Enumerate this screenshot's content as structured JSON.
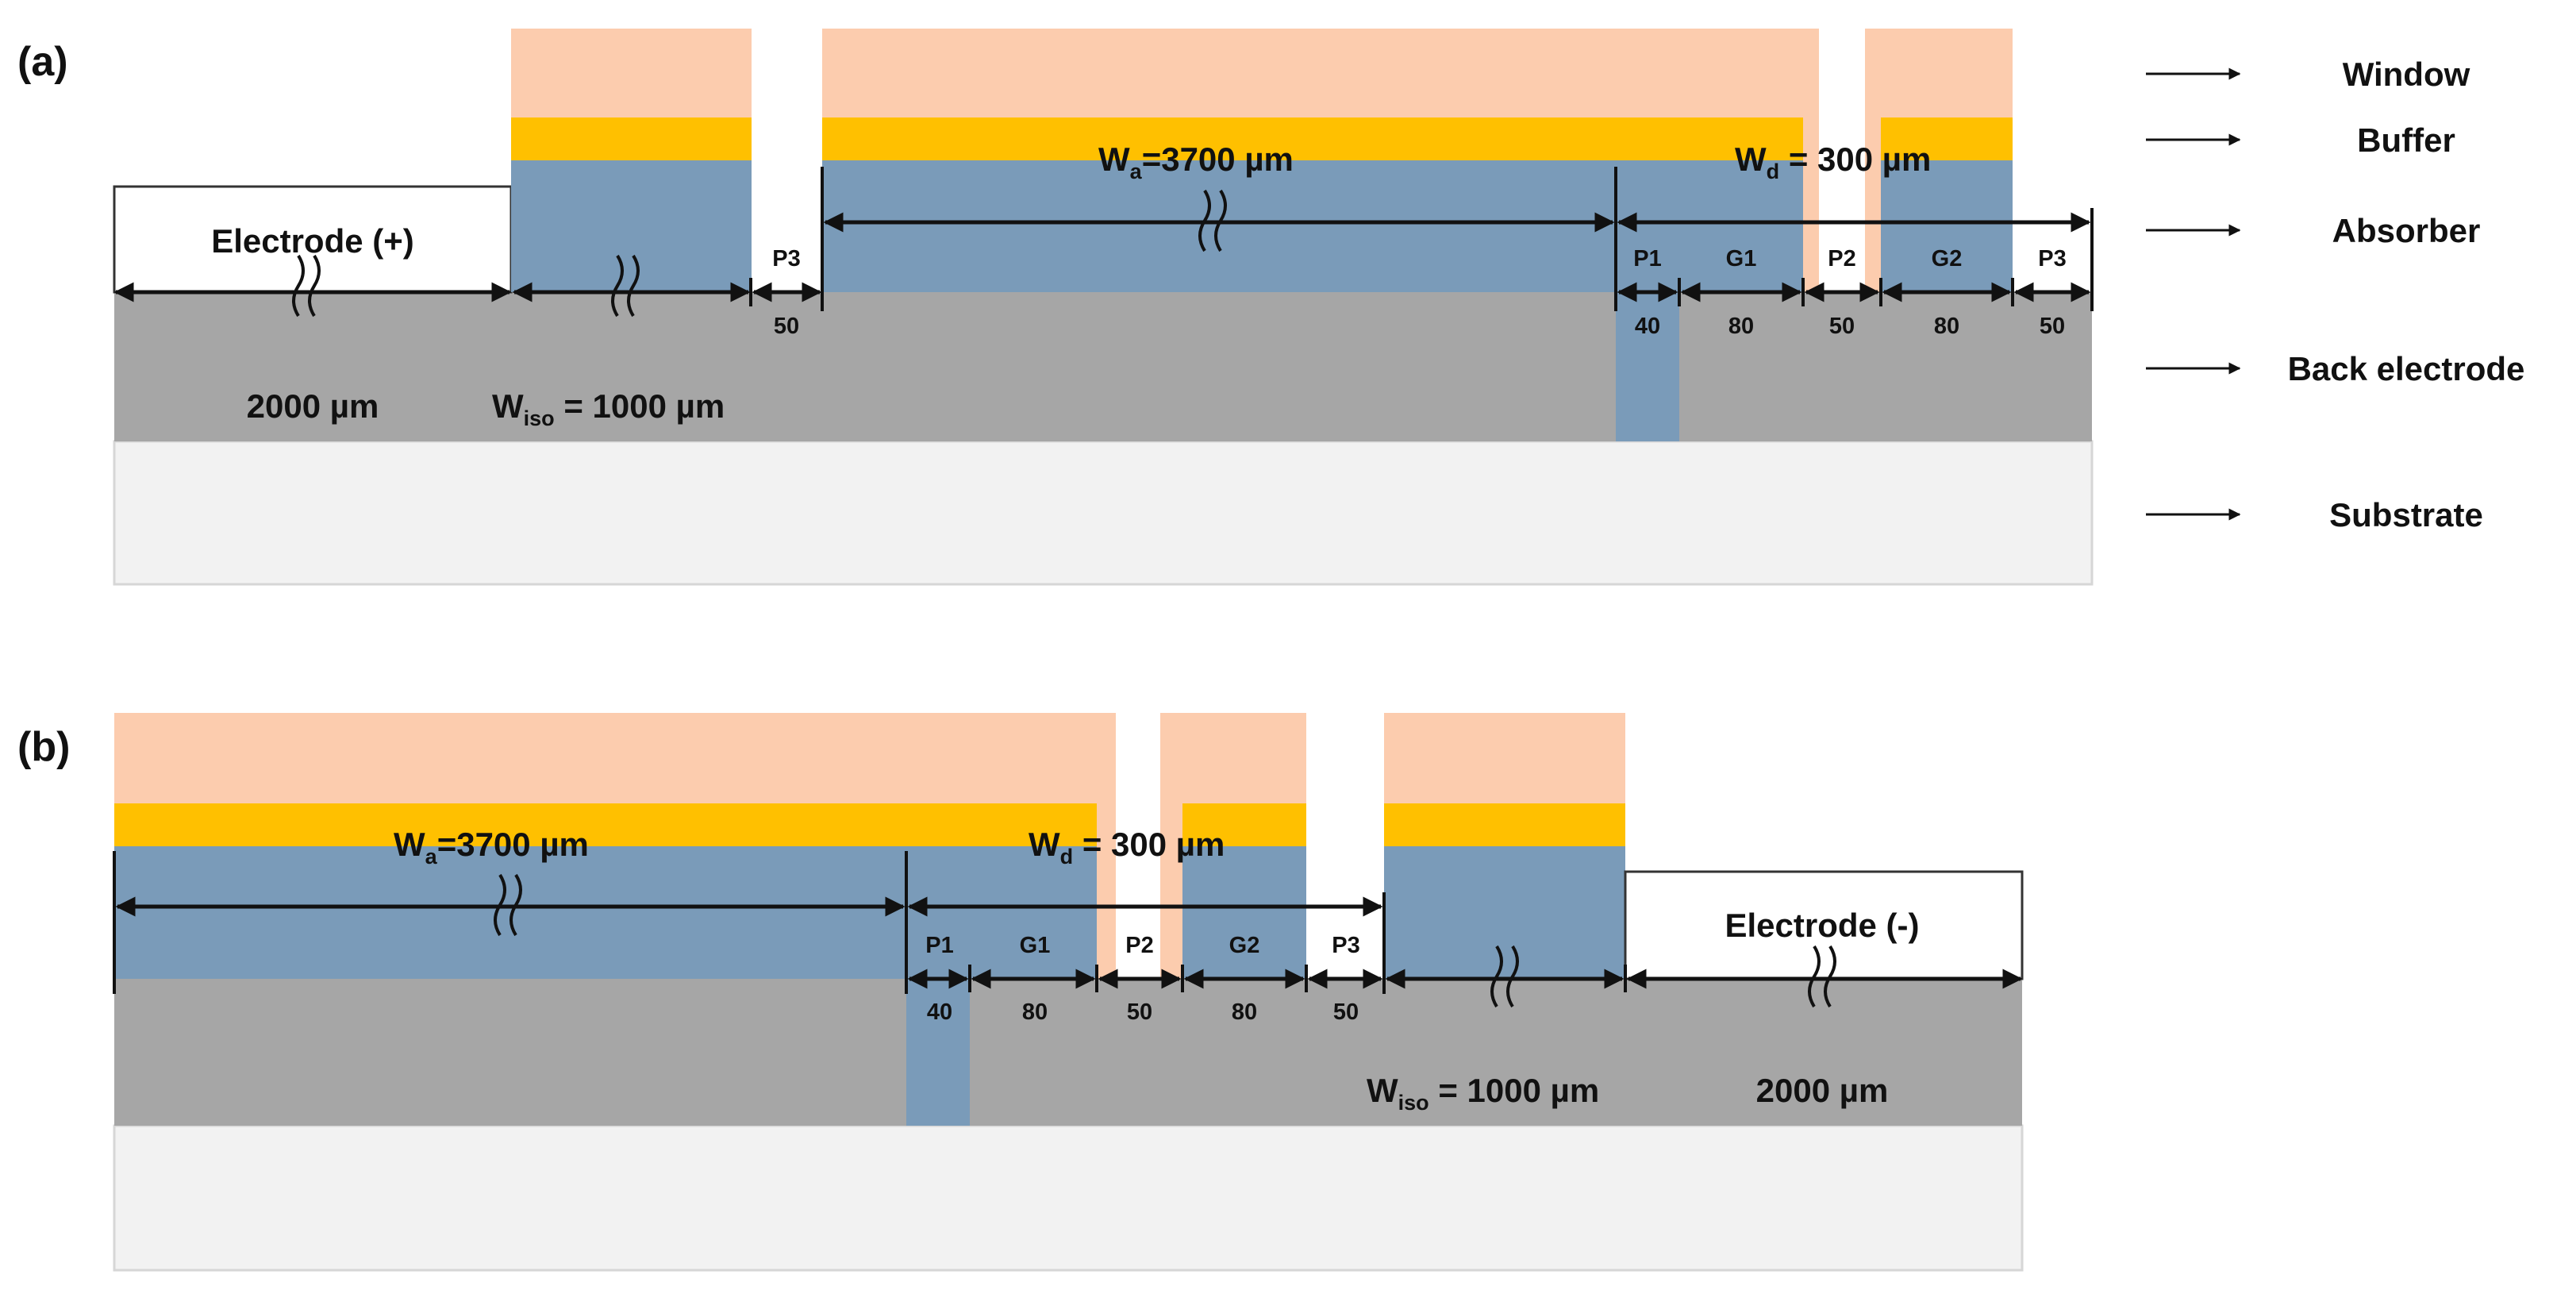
{
  "colors": {
    "window": "#FCCCAE",
    "buffer": "#FFC000",
    "absorber": "#7A9BB9",
    "back_electrode": "#A6A6A6",
    "substrate": "#F2F2F2",
    "electrode_box": "#FFFFFF",
    "arrow": "#111111"
  },
  "legend": [
    {
      "label": "Window"
    },
    {
      "label": "Buffer"
    },
    {
      "label": "Absorber"
    },
    {
      "label": "Back electrode"
    },
    {
      "label": "Substrate"
    }
  ],
  "panel_a": {
    "label": "(a)",
    "electrode_label": "Electrode (+)",
    "electrode_width": "2000 µm",
    "wiso_main": "W",
    "wiso_sub": "iso",
    "wiso_value": " = 1000 µm",
    "wa_main": "W",
    "wa_sub": "a",
    "wa_value": "=3700 µm",
    "wd_main": "W",
    "wd_sub": "d",
    "wd_value": " = 300 µm",
    "p3_left_label": "P3",
    "p3_left_width": "50",
    "scribes": [
      {
        "label": "P1",
        "width": "40"
      },
      {
        "label": "G1",
        "width": "80"
      },
      {
        "label": "P2",
        "width": "50"
      },
      {
        "label": "G2",
        "width": "80"
      },
      {
        "label": "P3",
        "width": "50"
      }
    ]
  },
  "panel_b": {
    "label": "(b)",
    "electrode_label": "Electrode (-)",
    "electrode_width": "2000 µm",
    "wiso_main": "W",
    "wiso_sub": "iso",
    "wiso_value": " = 1000 µm",
    "wa_main": "W",
    "wa_sub": "a",
    "wa_value": "=3700 µm",
    "wd_main": "W",
    "wd_sub": "d",
    "wd_value": " = 300 µm",
    "scribes": [
      {
        "label": "P1",
        "width": "40"
      },
      {
        "label": "G1",
        "width": "80"
      },
      {
        "label": "P2",
        "width": "50"
      },
      {
        "label": "G2",
        "width": "80"
      },
      {
        "label": "P3",
        "width": "50"
      }
    ]
  }
}
